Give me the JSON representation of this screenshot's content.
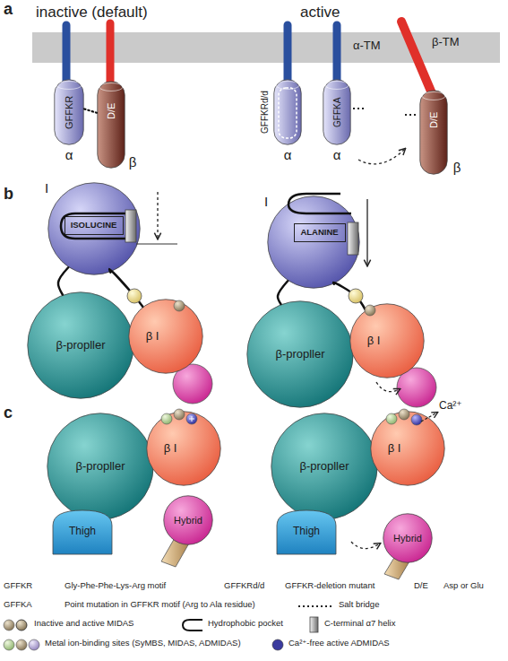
{
  "diagram": {
    "nodes": [
      {
        "text": [
          "GFFKR",
          "α"
        ]
      },
      {
        "text": [
          "D/E",
          "β"
        ]
      },
      {
        "text": [
          "GFFKRd/d",
          "α"
        ]
      },
      {
        "text": [
          "GFFKA",
          "α"
        ]
      },
      {
        "text": [
          "D/E",
          "β"
        ]
      },
      {
        "text": [
          "I"
        ]
      },
      {
        "text": [
          "ISOLUCINE"
        ],
        "in": 5
      },
      {
        "text": [
          "β-propller"
        ]
      },
      {
        "text": [
          "β I"
        ]
      },
      {
        "text": [
          "I"
        ]
      },
      {
        "text": [
          "ALANINE"
        ],
        "in": 9
      },
      {
        "text": [
          "β-propller"
        ]
      },
      {
        "text": [
          "β I"
        ]
      },
      {
        "text": [
          "β-propller"
        ]
      },
      {
        "text": [
          "β I"
        ]
      },
      {
        "text": [
          "Thigh"
        ]
      },
      {
        "text": [
          "Hybrid"
        ]
      },
      {
        "text": [
          "β-propller"
        ]
      },
      {
        "text": [
          "β I"
        ]
      },
      {
        "text": [
          "Thigh"
        ]
      },
      {
        "text": [
          "Hybrid"
        ]
      }
    ],
    "edges": [
      {
        "from": 0,
        "to": 1,
        "arrow": "none"
      },
      {
        "from": 5,
        "to": 7,
        "arrow": "none"
      },
      {
        "from": 5,
        "to": 8,
        "arrow": "none"
      },
      {
        "from": 9,
        "to": 11,
        "arrow": "none"
      },
      {
        "from": 9,
        "to": 12,
        "arrow": "none"
      }
    ],
    "labels": [
      "a",
      "inactive (default)",
      "active",
      "α-TM",
      "β-TM",
      "b",
      "c",
      "Ca²⁺",
      "GFFKR",
      "Gly-Phe-Phe-Lys-Arg motif",
      "GFFKRd/d",
      "GFFKR-deletion mutant",
      "D/E",
      "Asp or Glu",
      "GFFKA",
      "Point mutation in GFFKR motif (Arg to Ala residue)"
    ],
    "legend": [
      {
        "text": "Salt bridge"
      },
      {
        "text": "Inactive and active MIDAS"
      },
      {
        "text": "Hydrophobic pocket"
      },
      {
        "text": "C-terminal α7 helix"
      },
      {
        "text": "Metal ion-binding sites (SyMBS, MIDAS, ADMIDAS)"
      },
      {
        "text": "Ca²⁺-free active ADMIDAS",
        "color": "#3b3b9e"
      }
    ]
  }
}
